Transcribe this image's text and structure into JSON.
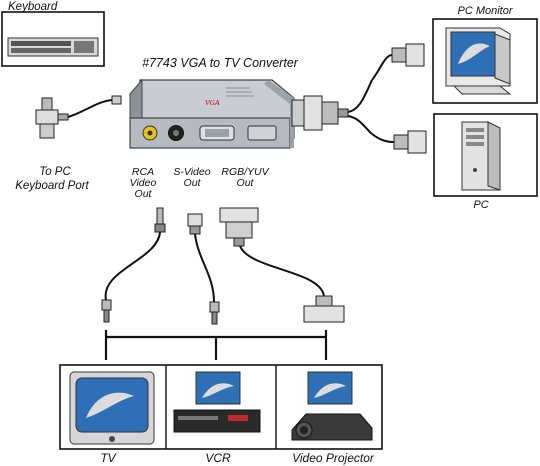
{
  "title": "#7743 VGA to TV Converter",
  "labels": {
    "keyboard": "Keyboard",
    "pc_monitor": "PC Monitor",
    "pc": "PC",
    "keyboard_port_line1": "To PC",
    "keyboard_port_line2": "Keyboard Port",
    "rca_line1": "RCA",
    "rca_line2": "Video",
    "rca_line3": "Out",
    "svideo_line1": "S-Video",
    "svideo_line2": "Out",
    "rgb_line1": "RGB/YUV",
    "rgb_line2": "Out",
    "tv": "TV",
    "vcr": "VCR",
    "projector": "Video Projector"
  },
  "colors": {
    "line": "#111111",
    "converter_body": "#c9cdd3",
    "converter_shadow": "#8c929a",
    "screen_blue": "#2f6fb5",
    "rca_yellow": "#e8c020",
    "brand_red": "#c0282c"
  },
  "icons": {
    "keyboard": "keyboard-icon",
    "monitor": "monitor-icon",
    "pc": "pc-tower-icon",
    "tv": "tv-icon",
    "vcr": "vcr-icon",
    "projector": "projector-icon",
    "converter": "converter-box-icon"
  }
}
